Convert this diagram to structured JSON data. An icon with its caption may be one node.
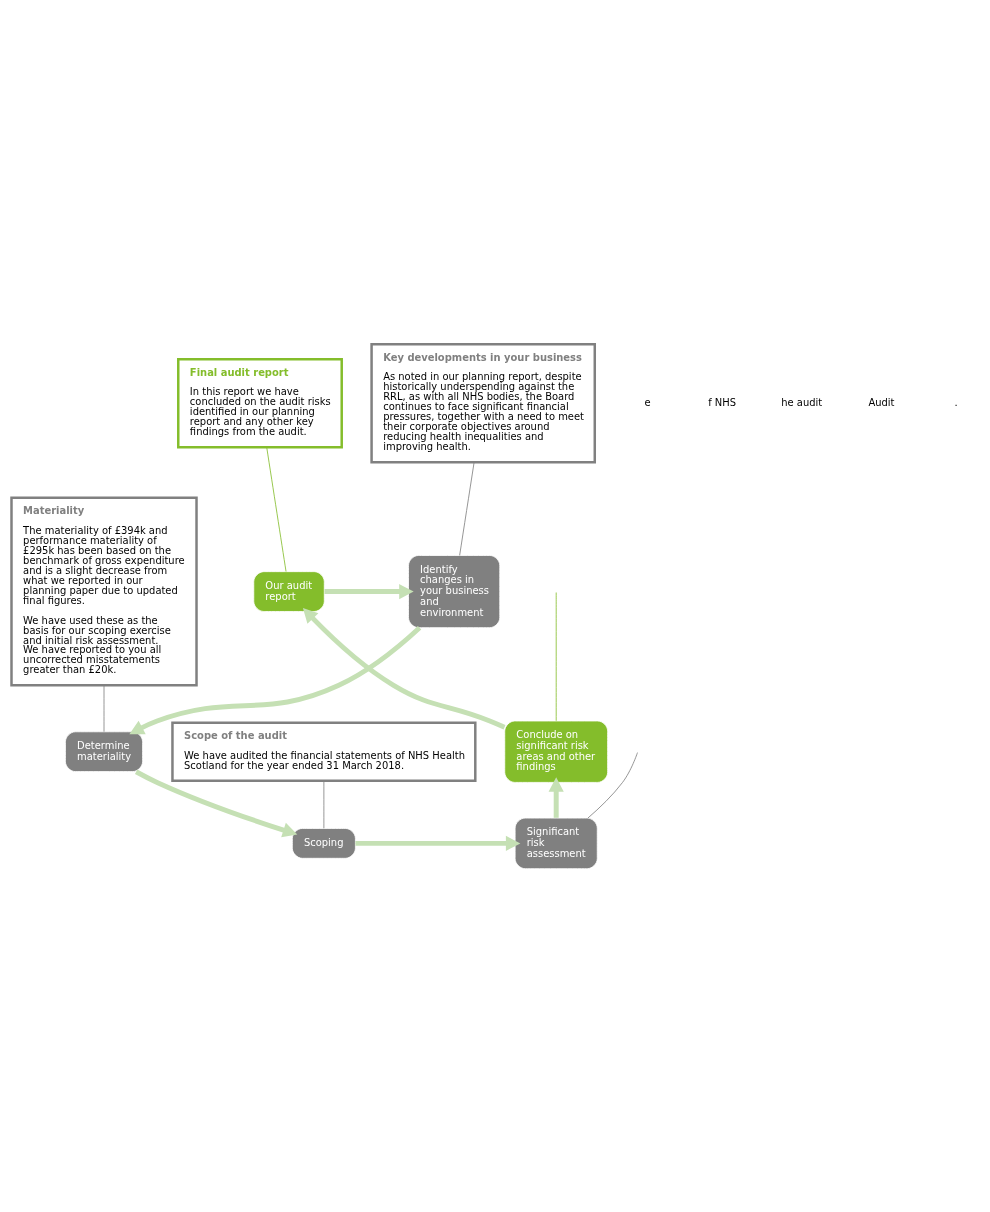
{
  "diagram": {
    "nodes": [
      {
        "text": [
          "Final audit report",
          "In this report we have concluded on the audit risks identified in our planning report and any other key findings from the audit."
        ]
      },
      {
        "text": [
          "Key developments in your business",
          "As noted in our planning report, despite historically underspending against the RRL, as with all NHS bodies, the Board continues to face significant financial pressures, together with a need to meet their corporate objectives around reducing health inequalities and improving health."
        ]
      },
      {
        "text": [
          "Materiality",
          "The materiality of £394k and performance materiality of £295k has been based on the benchmark of gross expenditure and is a slight decrease from what we reported in our planning paper due to updated final figures.",
          "We have used these as the basis for our scoping exercise and initial risk assessment. We have reported to you all uncorrected misstatements greater than £20k."
        ]
      },
      {
        "text": [
          "Scope of the audit",
          "We have audited the financial statements of NHS Health Scotland for the year ended 31 March 2018."
        ]
      },
      {
        "text": [
          "Our audit report"
        ]
      },
      {
        "text": [
          "Identify changes in your business and environment"
        ]
      },
      {
        "text": [
          "Determine materiality"
        ]
      },
      {
        "text": [
          "Scoping"
        ]
      },
      {
        "text": [
          "Significant risk assessment"
        ]
      },
      {
        "text": [
          "Conclude on significant risk areas and other findings"
        ]
      }
    ],
    "edges": [
      {
        "from": 4,
        "to": 5,
        "arrow": "to",
        "style": "thick",
        "color": "#c5e0b4"
      },
      {
        "from": 5,
        "to": 6,
        "arrow": "to",
        "style": "thick",
        "color": "#c5e0b4"
      },
      {
        "from": 6,
        "to": 7,
        "arrow": "to",
        "style": "thick",
        "color": "#c5e0b4"
      },
      {
        "from": 7,
        "to": 8,
        "arrow": "to",
        "style": "thick",
        "color": "#c5e0b4"
      },
      {
        "from": 8,
        "to": 9,
        "arrow": "to",
        "style": "thick",
        "color": "#c5e0b4"
      },
      {
        "from": 9,
        "to": 4,
        "arrow": "to",
        "style": "thick",
        "color": "#c5e0b4"
      },
      {
        "from": 0,
        "to": 4,
        "arrow": "none",
        "color": "#84bd2b"
      },
      {
        "from": 1,
        "to": 5,
        "arrow": "none",
        "color": "#808080"
      },
      {
        "from": 2,
        "to": 6,
        "arrow": "none",
        "color": "#808080"
      },
      {
        "from": 3,
        "to": 7,
        "arrow": "none",
        "color": "#808080"
      },
      {
        "from": null,
        "to": 8,
        "arrow": "none",
        "color": "#808080"
      },
      {
        "from": null,
        "to": 9,
        "arrow": "none",
        "color": "#84bd2b"
      }
    ],
    "labels": [
      "e",
      "f NHS",
      "he audit",
      "Audit",
      "."
    ]
  }
}
